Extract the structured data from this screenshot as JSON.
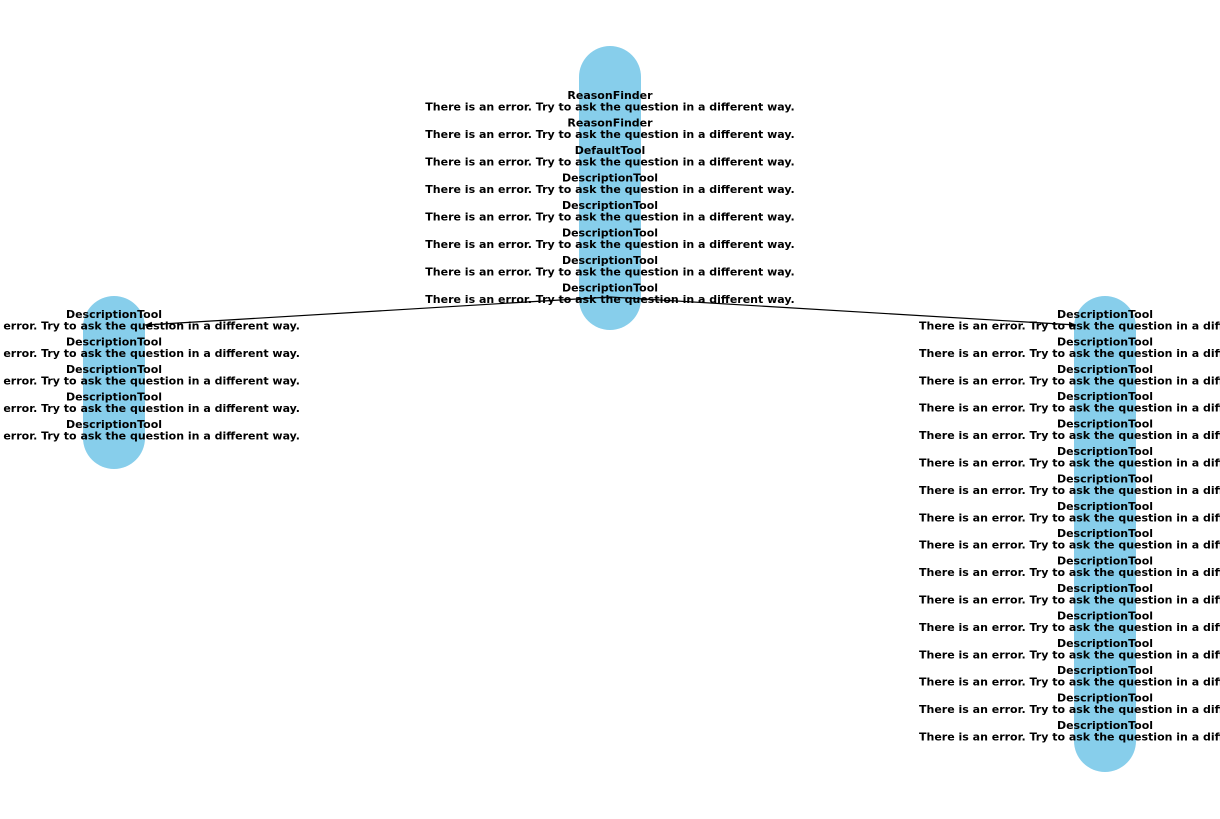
{
  "colors": {
    "node": "#87ceeb",
    "edge": "#000000",
    "text": "#000000"
  },
  "nodes": [
    {
      "id": "center",
      "entries": [
        {
          "tool": "ReasonFinder",
          "message": "There is an error. Try to ask the question in a different way."
        },
        {
          "tool": "ReasonFinder",
          "message": "There is an error. Try to ask the question in a different way."
        },
        {
          "tool": "DefaultTool",
          "message": "There is an error. Try to ask the question in a different way."
        },
        {
          "tool": "DescriptionTool",
          "message": "There is an error. Try to ask the question in a different way."
        },
        {
          "tool": "DescriptionTool",
          "message": "There is an error. Try to ask the question in a different way."
        },
        {
          "tool": "DescriptionTool",
          "message": "There is an error. Try to ask the question in a different way."
        },
        {
          "tool": "DescriptionTool",
          "message": "There is an error. Try to ask the question in a different way."
        },
        {
          "tool": "DescriptionTool",
          "message": "There is an error. Try to ask the question in a different way."
        }
      ]
    },
    {
      "id": "left",
      "entries": [
        {
          "tool": "DescriptionTool",
          "message": "There is an error. Try to ask the question in a different way."
        },
        {
          "tool": "DescriptionTool",
          "message": "There is an error. Try to ask the question in a different way."
        },
        {
          "tool": "DescriptionTool",
          "message": "There is an error. Try to ask the question in a different way."
        },
        {
          "tool": "DescriptionTool",
          "message": "There is an error. Try to ask the question in a different way."
        },
        {
          "tool": "DescriptionTool",
          "message": "There is an error. Try to ask the question in a different way."
        }
      ]
    },
    {
      "id": "right",
      "entries": [
        {
          "tool": "DescriptionTool",
          "message": "There is an error. Try to ask the question in a different way."
        },
        {
          "tool": "DescriptionTool",
          "message": "There is an error. Try to ask the question in a different way."
        },
        {
          "tool": "DescriptionTool",
          "message": "There is an error. Try to ask the question in a different way."
        },
        {
          "tool": "DescriptionTool",
          "message": "There is an error. Try to ask the question in a different way."
        },
        {
          "tool": "DescriptionTool",
          "message": "There is an error. Try to ask the question in a different way."
        },
        {
          "tool": "DescriptionTool",
          "message": "There is an error. Try to ask the question in a different way."
        },
        {
          "tool": "DescriptionTool",
          "message": "There is an error. Try to ask the question in a different way."
        },
        {
          "tool": "DescriptionTool",
          "message": "There is an error. Try to ask the question in a different way."
        },
        {
          "tool": "DescriptionTool",
          "message": "There is an error. Try to ask the question in a different way."
        },
        {
          "tool": "DescriptionTool",
          "message": "There is an error. Try to ask the question in a different way."
        },
        {
          "tool": "DescriptionTool",
          "message": "There is an error. Try to ask the question in a different way."
        },
        {
          "tool": "DescriptionTool",
          "message": "There is an error. Try to ask the question in a different way."
        },
        {
          "tool": "DescriptionTool",
          "message": "There is an error. Try to ask the question in a different way."
        },
        {
          "tool": "DescriptionTool",
          "message": "There is an error. Try to ask the question in a different way."
        },
        {
          "tool": "DescriptionTool",
          "message": "There is an error. Try to ask the question in a different way."
        },
        {
          "tool": "DescriptionTool",
          "message": "There is an error. Try to ask the question in a different way."
        }
      ]
    }
  ],
  "edges": [
    {
      "from": "center",
      "to": "left"
    },
    {
      "from": "center",
      "to": "right"
    }
  ]
}
